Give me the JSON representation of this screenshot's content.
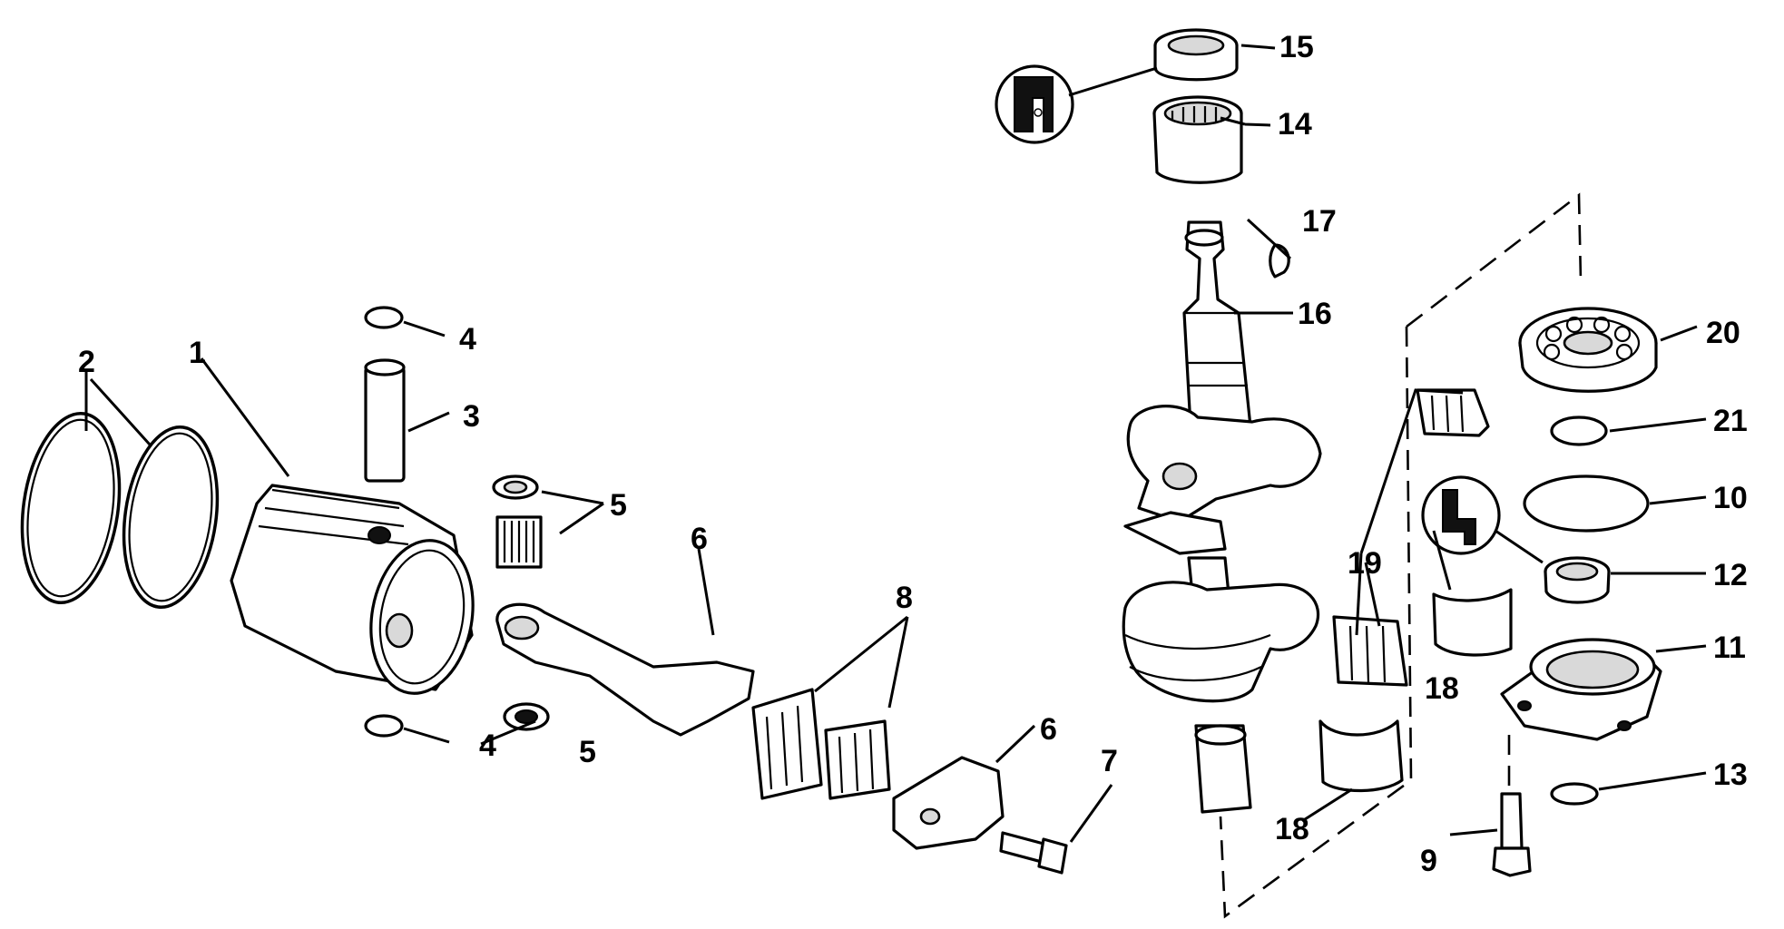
{
  "diagram": {
    "labels": {
      "l1": "1",
      "l2": "2",
      "l3": "3",
      "l4a": "4",
      "l4b": "4",
      "l5a": "5",
      "l5b": "5",
      "l6a": "6",
      "l6b": "6",
      "l7": "7",
      "l8": "8",
      "l9": "9",
      "l10": "10",
      "l11": "11",
      "l12": "12",
      "l13": "13",
      "l14": "14",
      "l15": "15",
      "l16": "16",
      "l17": "17",
      "l18a": "18",
      "l18b": "18",
      "l19": "19",
      "l20": "20",
      "l21": "21"
    }
  }
}
